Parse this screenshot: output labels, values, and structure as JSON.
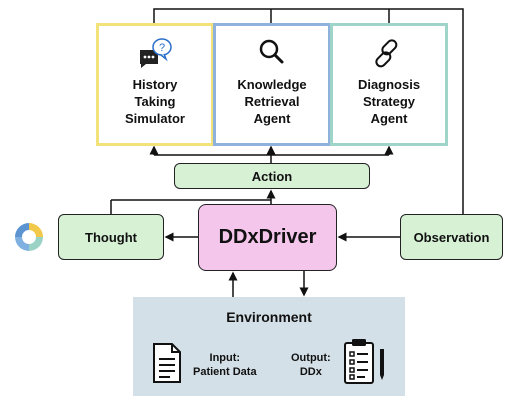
{
  "agents": {
    "history": "History\nTaking\nSimulator",
    "knowledge": "Knowledge\nRetrieval\nAgent",
    "diagnosis": "Diagnosis\nStrategy\nAgent"
  },
  "action": "Action",
  "thought": "Thought",
  "driver": "DDxDriver",
  "observation": "Observation",
  "environment": {
    "title": "Environment",
    "input": "Input:\nPatient Data",
    "output": "Output:\nDDx"
  },
  "icons": [
    "chat-question-icon",
    "magnifier-icon",
    "link-icon",
    "cycle-icon",
    "document-icon",
    "clipboard-pen-icon"
  ],
  "colors": {
    "history_border": "#f3e27a",
    "knowledge_border": "#8fb2dc",
    "diagnosis_border": "#9fd4c8",
    "action_fill": "#d7f1d5",
    "driver_fill": "#f4c6ec",
    "environment_fill": "#d4e0e7"
  }
}
